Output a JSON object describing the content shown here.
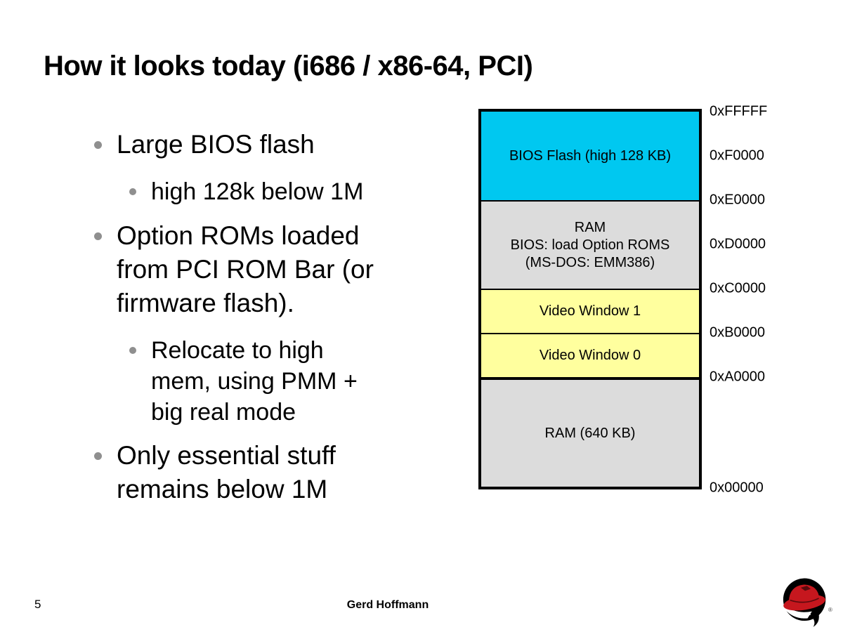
{
  "slide": {
    "title": "How it looks today (i686 / x86-64, PCI)",
    "bullets": [
      {
        "level": 1,
        "text": "Large BIOS flash"
      },
      {
        "level": 2,
        "text": "high 128k below 1M"
      },
      {
        "level": 1,
        "text": "Option ROMs loaded\nfrom PCI ROM Bar (or\nfirmware flash)."
      },
      {
        "level": 2,
        "text": "Relocate to high\nmem, using PMM +\nbig real mode"
      },
      {
        "level": 1,
        "text": "Only essential stuff\nremains below 1M"
      }
    ]
  },
  "memory_map": {
    "blocks": [
      {
        "label": "BIOS Flash (high 128 KB)",
        "fill": "#00c8f0"
      },
      {
        "label": "RAM\nBIOS: load Option ROMS\n(MS-DOS: EMM386)",
        "fill": "#dcdcdc"
      },
      {
        "label": "Video Window 1",
        "fill": "#ffff9e"
      },
      {
        "label": "Video Window 0",
        "fill": "#ffff9e"
      },
      {
        "label": "RAM (640 KB)",
        "fill": "#dcdcdc"
      }
    ],
    "address_labels": [
      "0xFFFFF",
      "0xF0000",
      "0xE0000",
      "0xD0000",
      "0xC0000",
      "0xB0000",
      "0xA0000",
      "0x00000"
    ]
  },
  "footer": {
    "page_number": "5",
    "author": "Gerd Hoffmann"
  },
  "logo": {
    "registered_mark": "®",
    "hat_red": "#c6171e",
    "black": "#000000",
    "white": "#ffffff"
  }
}
